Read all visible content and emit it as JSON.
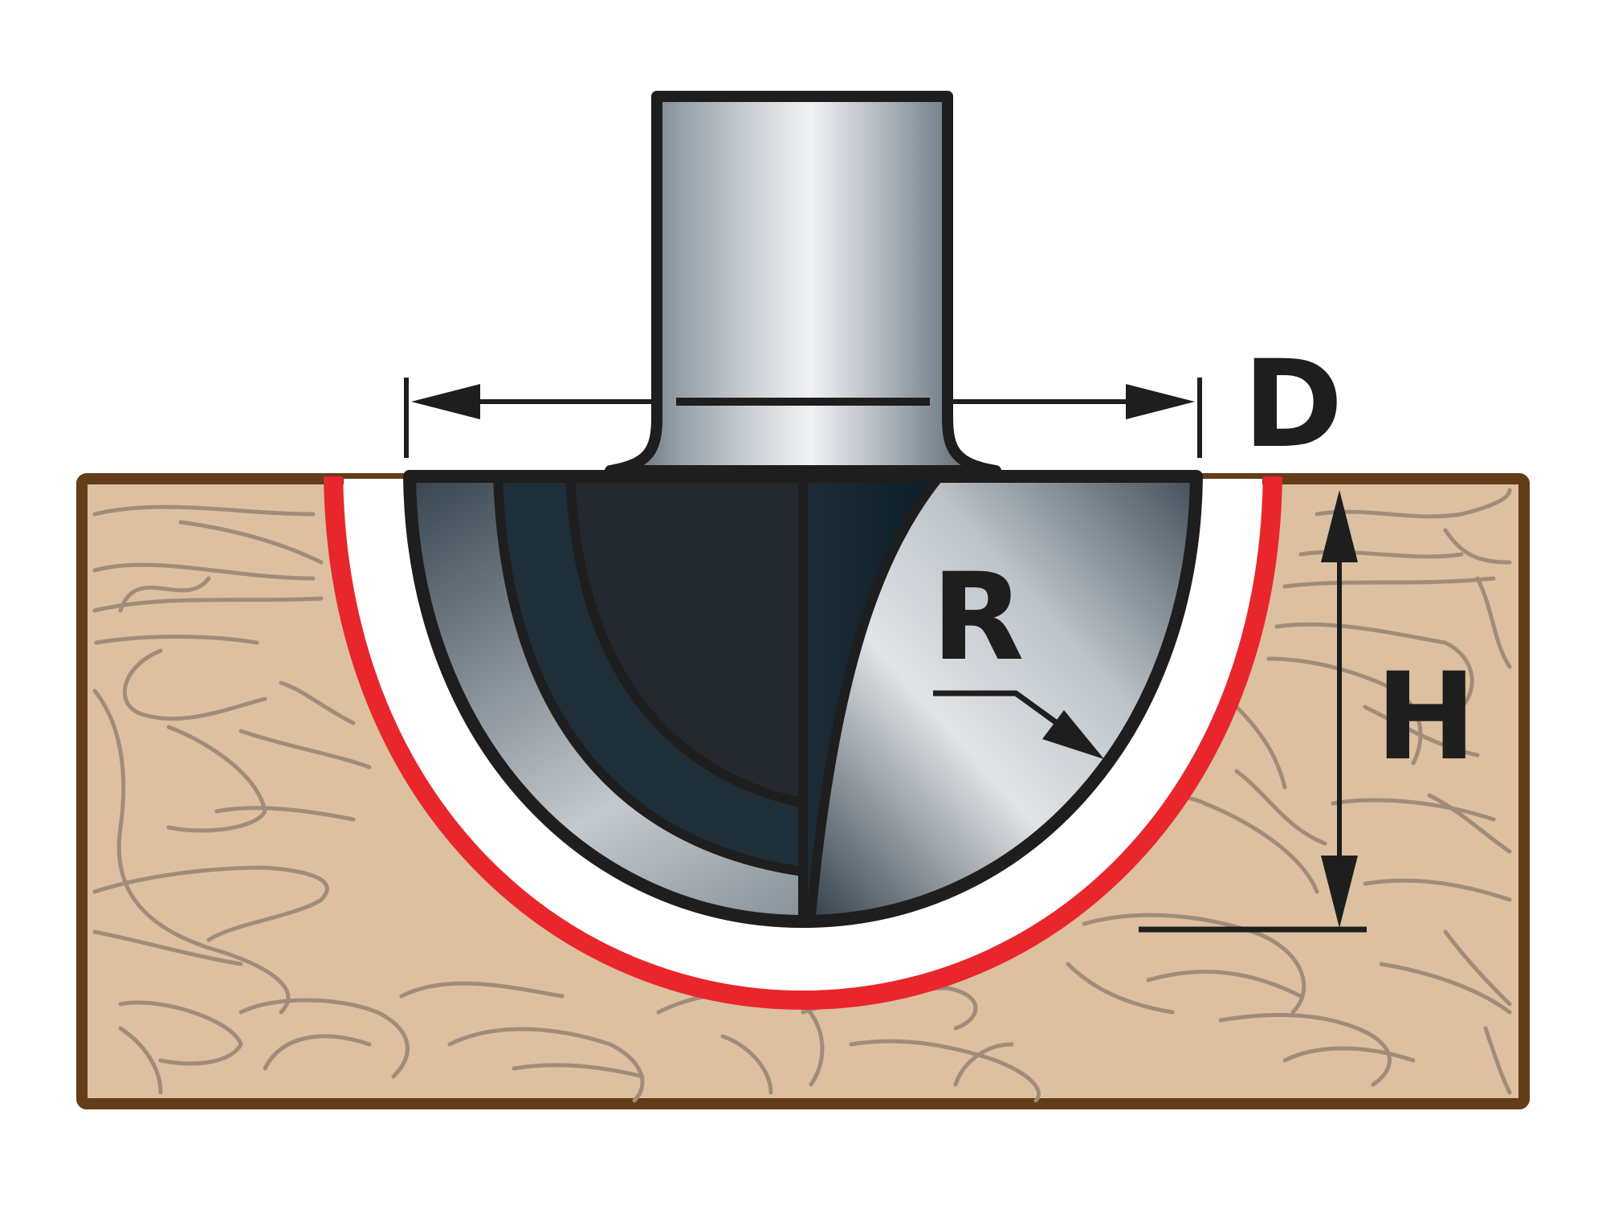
{
  "labels": {
    "diameter": "D",
    "radius": "R",
    "height": "H"
  },
  "colors": {
    "wood": "#dcc0a0",
    "wood_border": "#633c19",
    "grain": "#a08c78",
    "cut_profile": "#e8262c",
    "outline": "#1e1e1e",
    "steel_light": "#dfe2e5",
    "steel_dark": "#4b5761",
    "cutter_dark": "#25292f"
  }
}
